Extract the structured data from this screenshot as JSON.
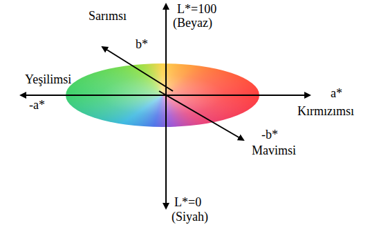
{
  "diagram": {
    "labels": [
      "Sarımsı",
      "L*=100",
      "(Beyaz)",
      "b*",
      "Yeşilimsi",
      "-a*",
      "a*",
      "Kırmızımsı",
      "-b*",
      "Mavimsi",
      "L*=0",
      "(Siyah)"
    ]
  }
}
